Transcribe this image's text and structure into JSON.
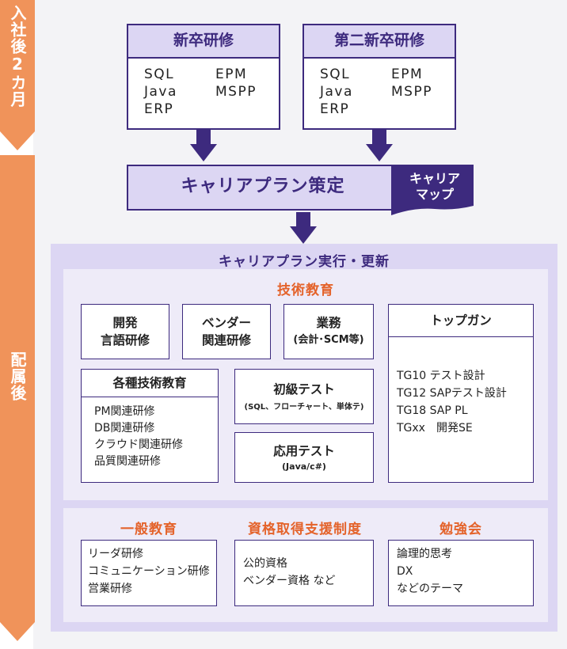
{
  "left_arrows": {
    "top_label": "入社後2カ月",
    "bottom_label": "配属後"
  },
  "training": [
    {
      "title": "新卒研修",
      "items": [
        "SQL",
        "EPM",
        "Java",
        "MSPP",
        "ERP",
        ""
      ]
    },
    {
      "title": "第二新卒研修",
      "items": [
        "SQL",
        "EPM",
        "Java",
        "MSPP",
        "ERP",
        ""
      ]
    }
  ],
  "career_plan": {
    "label": "キャリアプラン策定",
    "map_label_line1": "キャリア",
    "map_label_line2": "マップ"
  },
  "execution": {
    "title": "キャリアプラン実行・更新",
    "technical": {
      "title": "技術教育",
      "box_dev_line1": "開発",
      "box_dev_line2": "言語研修",
      "box_vendor_line1": "ベンダー",
      "box_vendor_line2": "関連研修",
      "box_business_line1": "業務",
      "box_business_line2": "(会計･SCM等)",
      "various": {
        "title": "各種技術教育",
        "items": [
          "PM関連研修",
          "DB関連研修",
          "クラウド関連研修",
          "品質関連研修"
        ]
      },
      "basic_test": {
        "title": "初級テスト",
        "note": "(SQL、フローチャート、単体テ)"
      },
      "applied_test": {
        "title": "応用テスト",
        "note": "(Java/c#)"
      },
      "topgun": {
        "title": "トップガン",
        "items": [
          "TG10 テスト設計",
          "TG12 SAPテスト設計",
          "TG18 SAP PL",
          "TGxx　開発SE"
        ]
      }
    },
    "general": {
      "title": "一般教育",
      "items": [
        "リーダ研修",
        "コミュニケーション研修",
        "営業研修"
      ]
    },
    "qualification": {
      "title": "資格取得支援制度",
      "items": [
        "公的資格",
        "ベンダー資格 など"
      ]
    },
    "study": {
      "title": "勉強会",
      "items": [
        "論理的思考",
        "DX",
        "などのテーマ"
      ]
    }
  },
  "colors": {
    "purple_dark": "#3d2a7e",
    "purple_light": "#dcd6f3",
    "orange": "#f0935a",
    "section_orange": "#e4632b"
  }
}
